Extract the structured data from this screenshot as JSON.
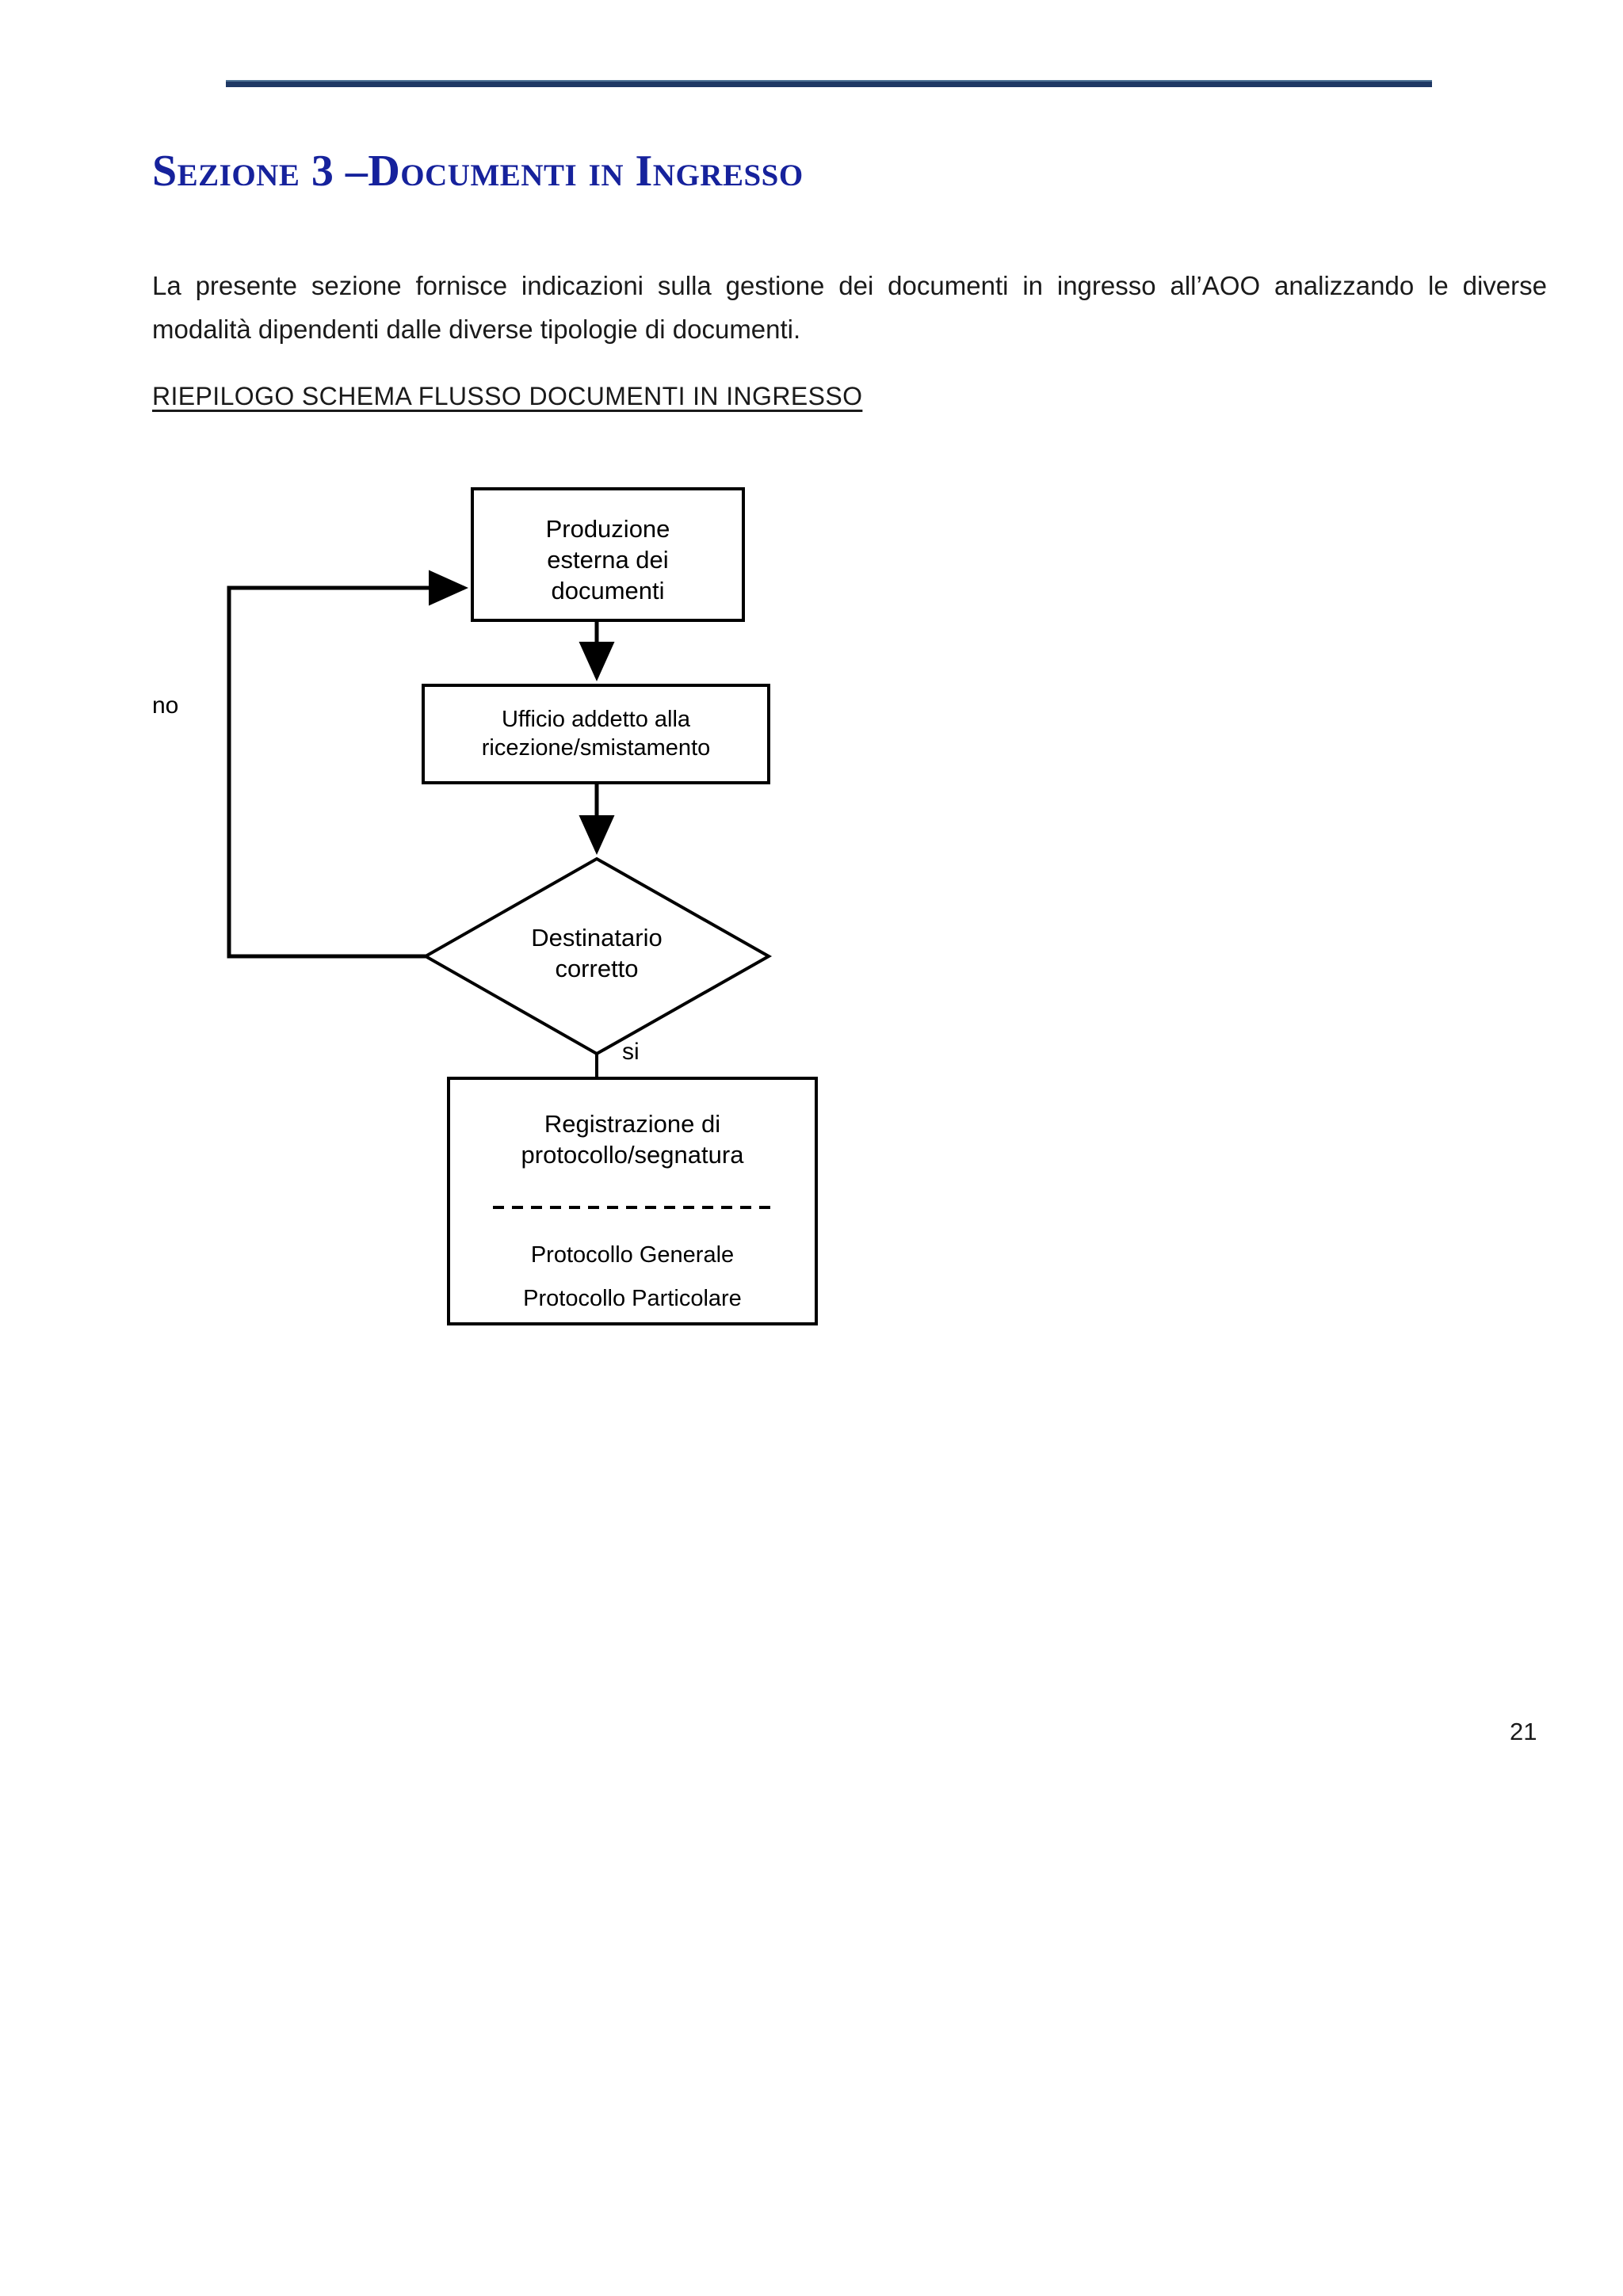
{
  "document": {
    "section_title": "Sezione 3 –Documenti in Ingresso",
    "intro_paragraph": "La presente sezione fornisce indicazioni sulla gestione dei documenti in ingresso all’AOO analizzando le diverse modalità dipendenti dalle diverse tipologie di documenti.",
    "flow_subheading": "RIEPILOGO SCHEMA FLUSSO DOCUMENTI IN INGRESSO",
    "page_number": "21",
    "colors": {
      "title": "#16229c",
      "rule": "#1f3864",
      "rule_highlight": "#4f7496",
      "text": "#1a1a1a",
      "diagram_stroke": "#000000"
    }
  },
  "flowchart": {
    "nodes": [
      {
        "id": "produzione",
        "shape": "rectangle",
        "line1": "Produzione",
        "line2": "esterna dei",
        "line3": "documenti"
      },
      {
        "id": "ufficio",
        "shape": "rectangle",
        "line1": "Ufficio addetto alla",
        "line2": "ricezione/smistamento"
      },
      {
        "id": "destinatario",
        "shape": "diamond",
        "line1": "Destinatario",
        "line2": "corretto"
      },
      {
        "id": "registrazione",
        "shape": "rectangle",
        "line1": "Registrazione di",
        "line2": "protocollo/segnatura",
        "divider": "-------------------------------",
        "line3": "Protocollo Generale",
        "line4": "Protocollo Particolare"
      }
    ],
    "edge_labels": {
      "no": "no",
      "si": "si"
    }
  }
}
